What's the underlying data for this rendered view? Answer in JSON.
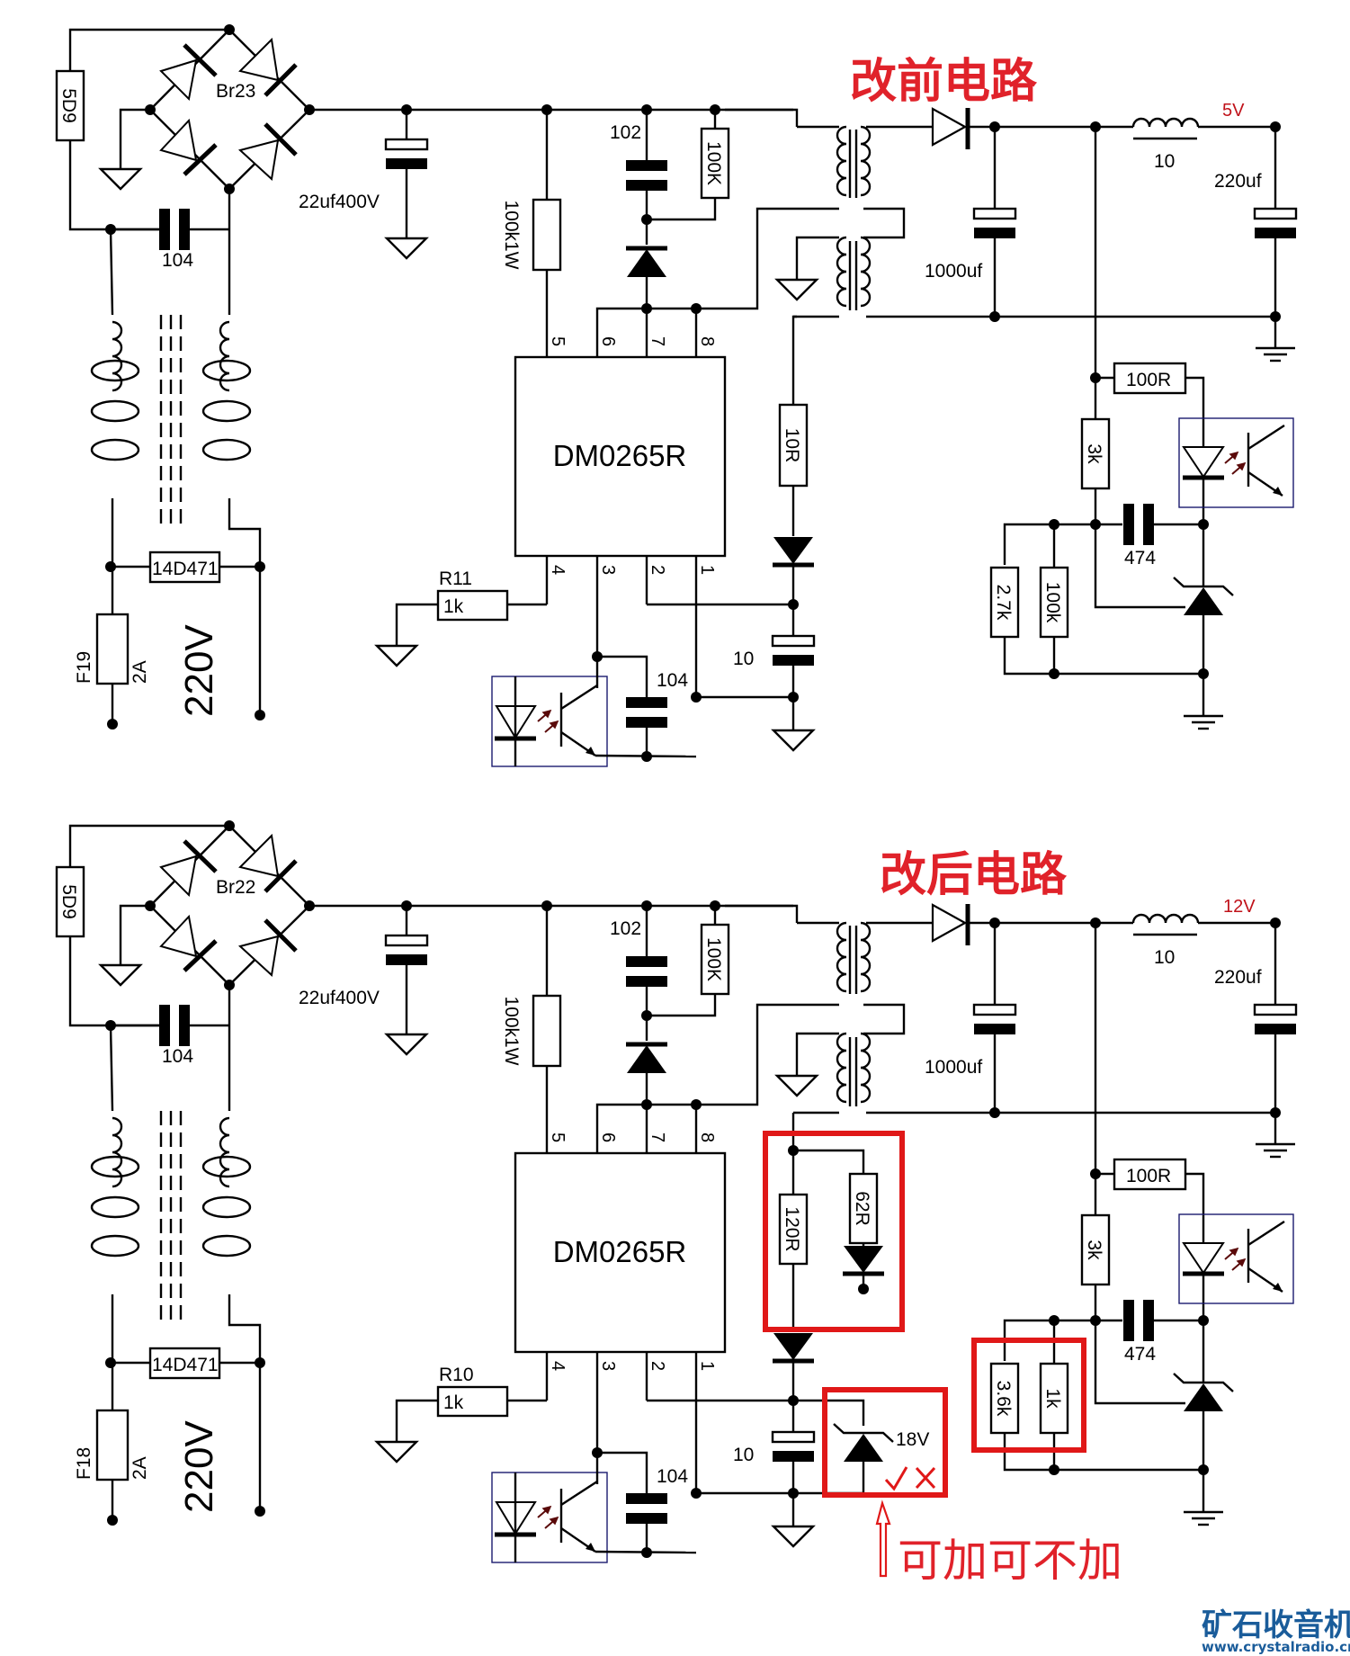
{
  "figure": {
    "kind": "switching power supply schematic comparison",
    "circuits": [
      {
        "id": "before",
        "title": "改前电路",
        "output_voltage": "5V",
        "components": {
          "ntc": "5D9",
          "bridge": "Br23",
          "x_cap": "104",
          "bulk_cap": "22uf400V",
          "varistor": "14D471",
          "fuse_ref": "F19",
          "fuse_rating": "2A",
          "mains": "220V",
          "startup_res": "100k1W",
          "snubber_cap": "102",
          "snubber_res": "100K",
          "ic": "DM0265R",
          "pins_top": [
            "5",
            "6",
            "7",
            "8"
          ],
          "pins_bottom": [
            "4",
            "3",
            "2",
            "1"
          ],
          "sense_res_ref": "R11",
          "sense_res": "1k",
          "fb_cap": "104",
          "vcc_res": "10R",
          "vcc_cap": "10",
          "out_cap1": "1000uf",
          "inductor": "10",
          "out_cap2": "220uf",
          "led_res": "100R",
          "upper_div": "3k",
          "comp_cap": "474",
          "lower_div_a": "2.7k",
          "lower_div_b": "100k"
        }
      },
      {
        "id": "after",
        "title": "改后电路",
        "output_voltage": "12V",
        "components": {
          "ntc": "5D9",
          "bridge": "Br22",
          "x_cap": "104",
          "bulk_cap": "22uf400V",
          "varistor": "14D471",
          "fuse_ref": "F18",
          "fuse_rating": "2A",
          "mains": "220V",
          "startup_res": "100k1W",
          "snubber_cap": "102",
          "snubber_res": "100K",
          "ic": "DM0265R",
          "pins_top": [
            "5",
            "6",
            "7",
            "8"
          ],
          "pins_bottom": [
            "4",
            "3",
            "2",
            "1"
          ],
          "sense_res_ref": "R10",
          "sense_res": "1k",
          "fb_cap": "104",
          "vcc_res": "120R",
          "vcc_res_parallel": "62R",
          "vcc_cap": "10",
          "zener": "18V",
          "out_cap1": "1000uf",
          "inductor": "10",
          "out_cap2": "220uf",
          "led_res": "100R",
          "upper_div": "3k",
          "comp_cap": "474",
          "lower_div_a": "3.6k",
          "lower_div_b": "1k"
        }
      }
    ],
    "annotations": {
      "optional_note": "可加可不加",
      "check_mark": "✓",
      "cross_mark": "✕"
    },
    "watermark": {
      "name": "矿石收音机",
      "url": "www.crystalradio.cn"
    },
    "colors": {
      "highlight": "#e01818",
      "title": "#e0222a",
      "logo": "#1a5c9a"
    }
  }
}
